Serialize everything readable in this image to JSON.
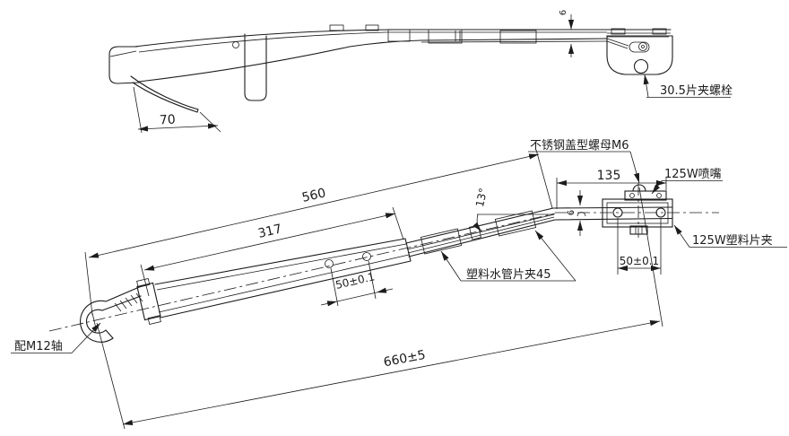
{
  "colors": {
    "line": "#1c1c1c",
    "background": "#ffffff"
  },
  "top_view": {
    "dim_70": "70",
    "dim_6": "6",
    "label_clip_bolt": "30.5片夹螺栓"
  },
  "main_view": {
    "dim_560": "560",
    "dim_317": "317",
    "dim_overall_660": "660±5",
    "dim_hole_spacing_50": "50±0.1",
    "dim_bend_angle_13": "13°",
    "dim_135": "135",
    "dim_clip_hole_spacing_50": "50±0.1",
    "dim_rod_6": "6",
    "label_shaft": "配M12轴",
    "label_water_tube_clip": "塑料水管片夹45",
    "label_cap_nut": "不锈钢盖型螺母M6",
    "label_nozzle": "125W喷嘴",
    "label_plastic_clip": "125W塑料片夹"
  }
}
